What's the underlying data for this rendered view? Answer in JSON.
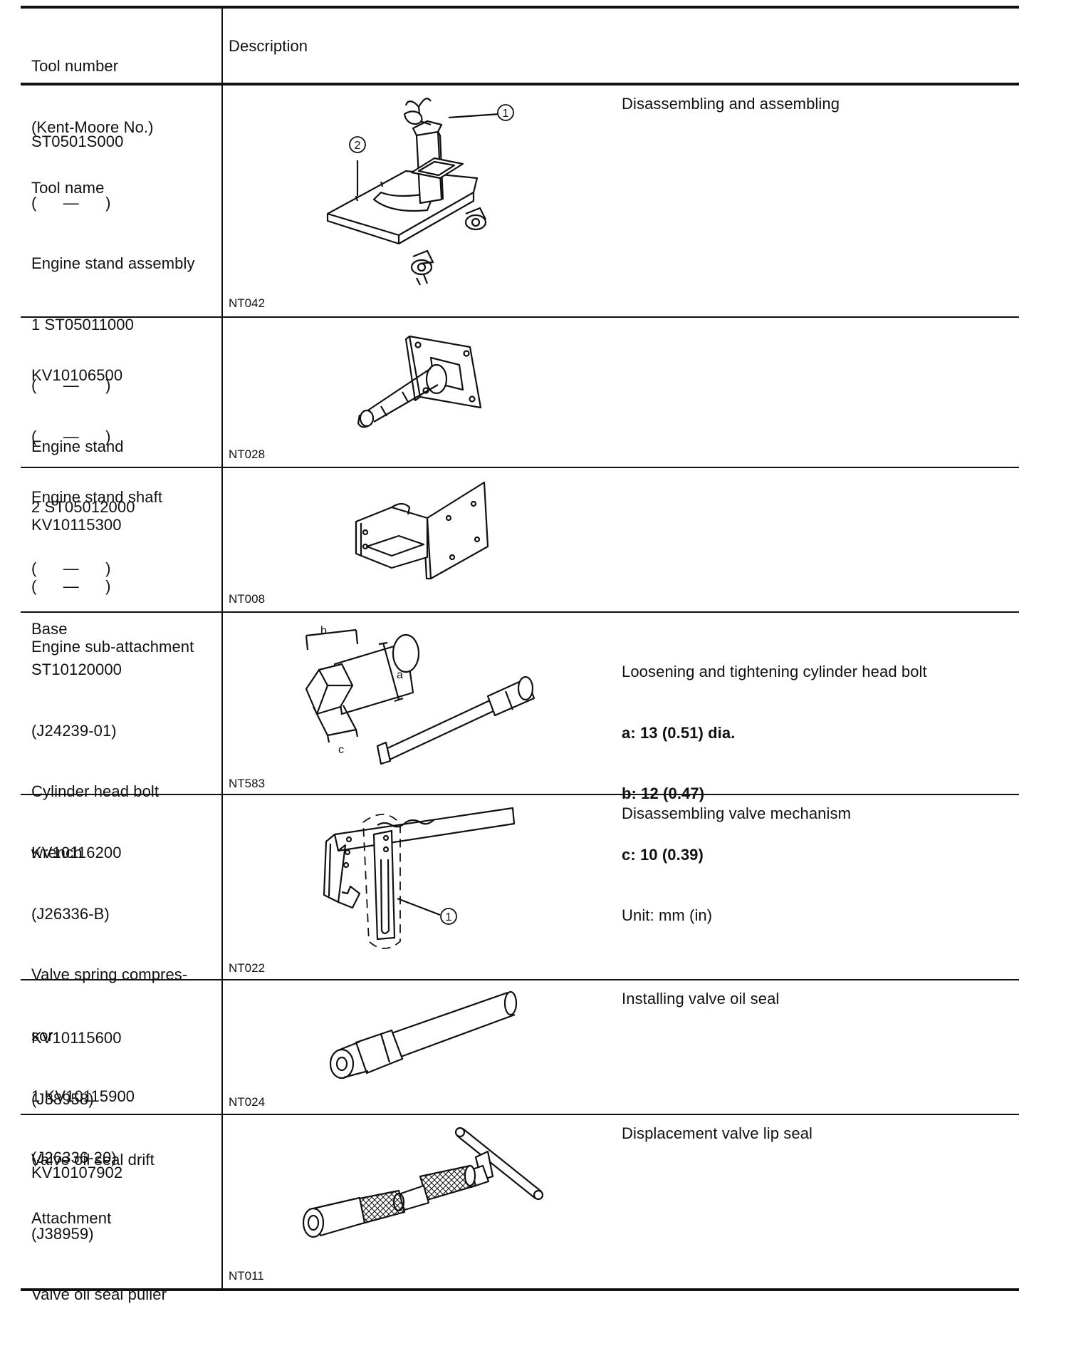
{
  "header": {
    "tool_col": [
      "Tool number",
      "(Kent-Moore No.)",
      "Tool name"
    ],
    "desc_col": "Description"
  },
  "rows": [
    {
      "tool": [
        "ST0501S000",
        "(      —      )",
        "Engine stand assembly",
        "1 ST05011000",
        "(      —      )",
        "Engine stand",
        "2 ST05012000",
        "(      —      )",
        "Base"
      ],
      "code": "NT042",
      "desc": [
        "Disassembling and assembling"
      ],
      "callouts": [
        "1",
        "2"
      ]
    },
    {
      "tool": [
        "KV10106500",
        "(      —      )",
        "Engine stand shaft"
      ],
      "code": "NT028",
      "desc": []
    },
    {
      "tool": [
        "KV10115300",
        "(      —      )",
        "Engine sub-attachment"
      ],
      "code": "NT008",
      "desc": []
    },
    {
      "tool": [
        "ST10120000",
        "(J24239-01)",
        "Cylinder head bolt",
        "wrench"
      ],
      "code": "NT583",
      "desc": [
        "Loosening and tightening cylinder head bolt"
      ],
      "specs": [
        "a: 13 (0.51) dia.",
        "b: 12 (0.47)",
        "c: 10 (0.39)"
      ],
      "unit": "Unit: mm (in)",
      "dims": [
        "a",
        "b",
        "c"
      ]
    },
    {
      "tool": [
        "KV10116200",
        "(J26336-B)",
        "Valve spring compres-",
        "sor",
        "1 KV10115900",
        "(J26336-20)",
        "Attachment"
      ],
      "code": "NT022",
      "desc": [
        "Disassembling valve mechanism"
      ],
      "callouts": [
        "1"
      ]
    },
    {
      "tool": [
        "KV10115600",
        "(J38958)",
        "Valve oil seal drift"
      ],
      "code": "NT024",
      "desc": [
        "Installing valve oil seal"
      ]
    },
    {
      "tool": [
        "KV10107902",
        "(J38959)",
        "Valve oil seal puller"
      ],
      "code": "NT011",
      "desc": [
        "Displacement valve lip seal"
      ]
    }
  ]
}
